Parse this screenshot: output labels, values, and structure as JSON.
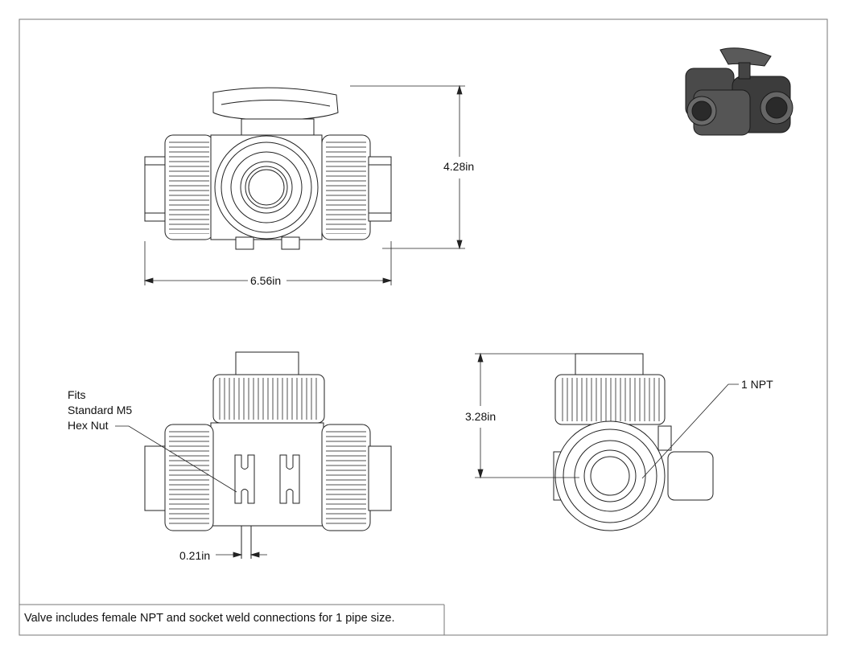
{
  "dimensions": {
    "height_top_view": "4.28in",
    "width_top_view": "6.56in",
    "height_side_view": "3.28in",
    "slot_width": "0.21in"
  },
  "callouts": {
    "nut_note": [
      "Fits",
      "Standard M5",
      "Hex Nut"
    ],
    "port_size": "1 NPT"
  },
  "footer": {
    "note": "Valve includes female NPT and socket weld connections for 1 pipe size."
  },
  "colors": {
    "line": "#222222",
    "border": "#555555",
    "iso_fill": "#4a4a4a"
  }
}
